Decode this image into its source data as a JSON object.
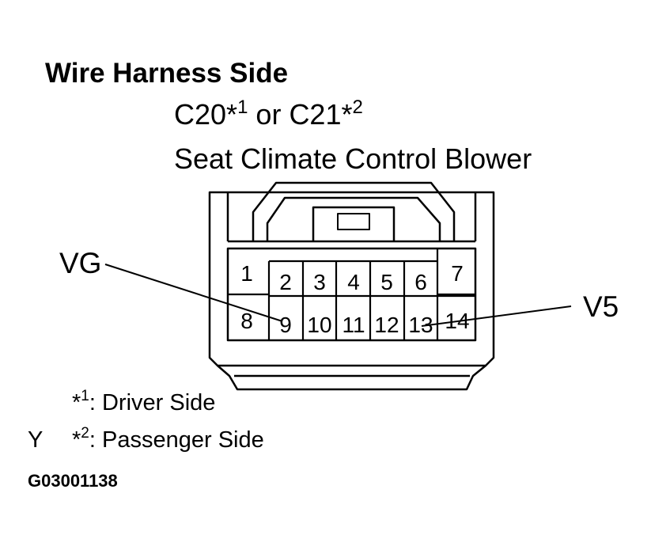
{
  "heading": "Wire Harness Side",
  "connector": {
    "id_a": "C20",
    "id_a_mark": "*",
    "id_a_ref": "1",
    "joiner": " or ",
    "id_b": "C21",
    "id_b_mark": "*",
    "id_b_ref": "2",
    "name": "Seat Climate Control Blower"
  },
  "pins": {
    "top_row": [
      "1",
      "2",
      "3",
      "4",
      "5",
      "6",
      "7"
    ],
    "bottom_row": [
      "8",
      "9",
      "10",
      "11",
      "12",
      "13",
      "14"
    ]
  },
  "callouts": {
    "left": "VG",
    "right": "V5"
  },
  "notes": [
    {
      "mark": "*",
      "ref": "1",
      "text": ": Driver Side"
    },
    {
      "mark": "*",
      "ref": "2",
      "text": ": Passenger Side"
    }
  ],
  "side_letter": "Y",
  "figure_code": "G03001138"
}
